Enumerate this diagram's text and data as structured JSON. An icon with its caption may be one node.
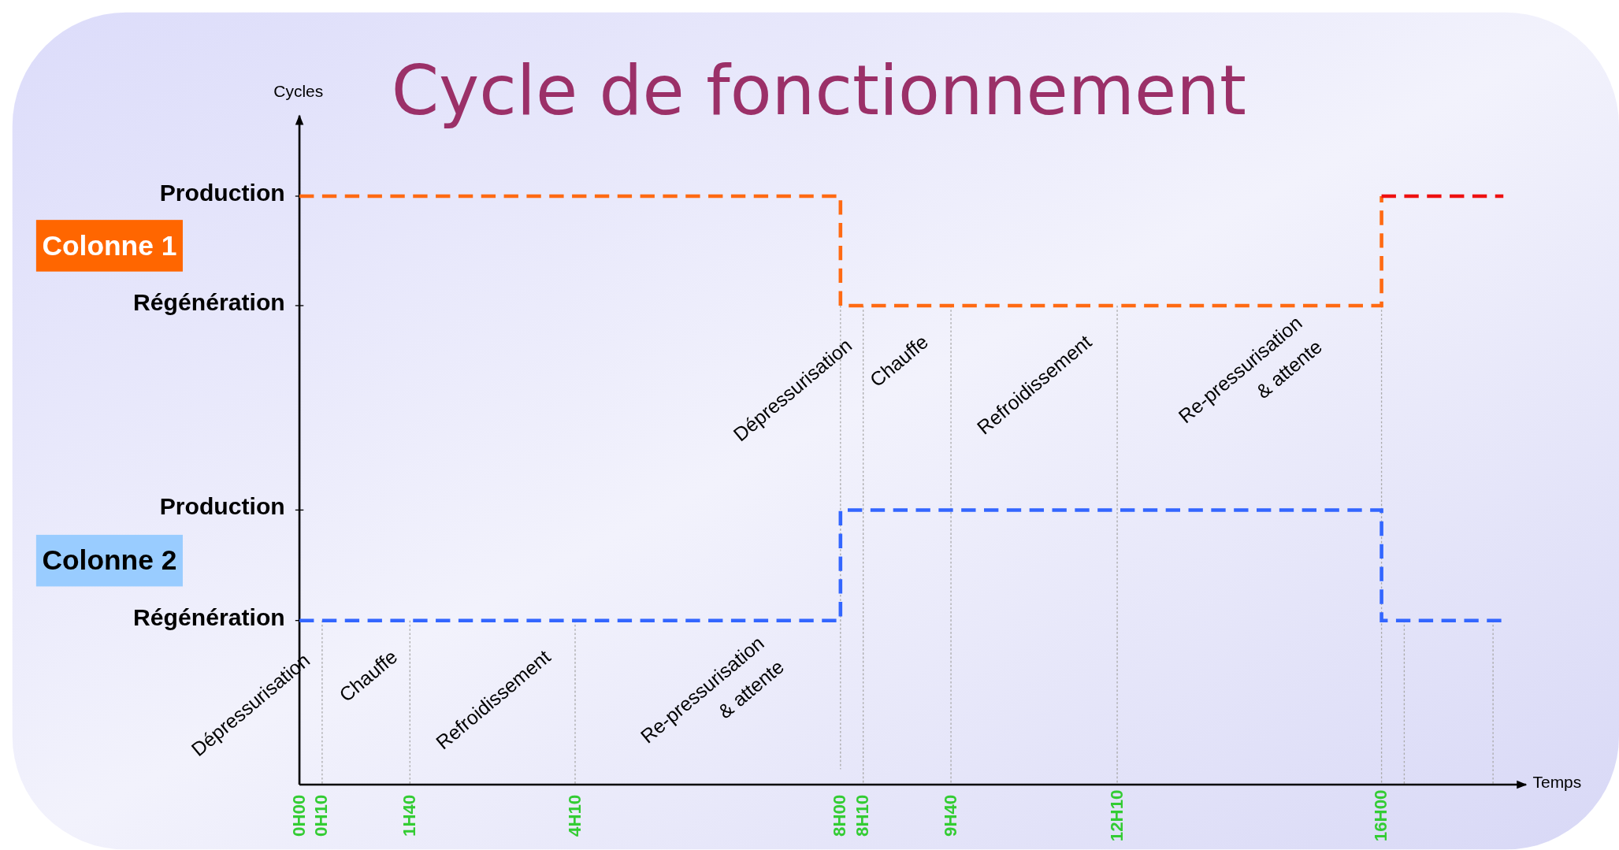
{
  "diagram": {
    "title": "Cycle de fonctionnement",
    "nodes": [
      {
        "text": [
          "Colonne 1"
        ]
      },
      {
        "text": [
          "Colonne 2"
        ]
      }
    ],
    "labels": [
      "Cycles",
      "Production",
      "Régénération",
      "Dépressurisation",
      "Chauffe",
      "Refroidissement",
      "Re-pressurisation & attente",
      "Production",
      "Régénération",
      "Dépressurisation",
      "Chauffe",
      "Refroidissement",
      "Re-pressurisation & attente",
      "Temps",
      "0H00",
      "0H10",
      "1H40",
      "4H10",
      "8H00",
      "8H10",
      "9H40",
      "12H10",
      "16H00"
    ]
  }
}
